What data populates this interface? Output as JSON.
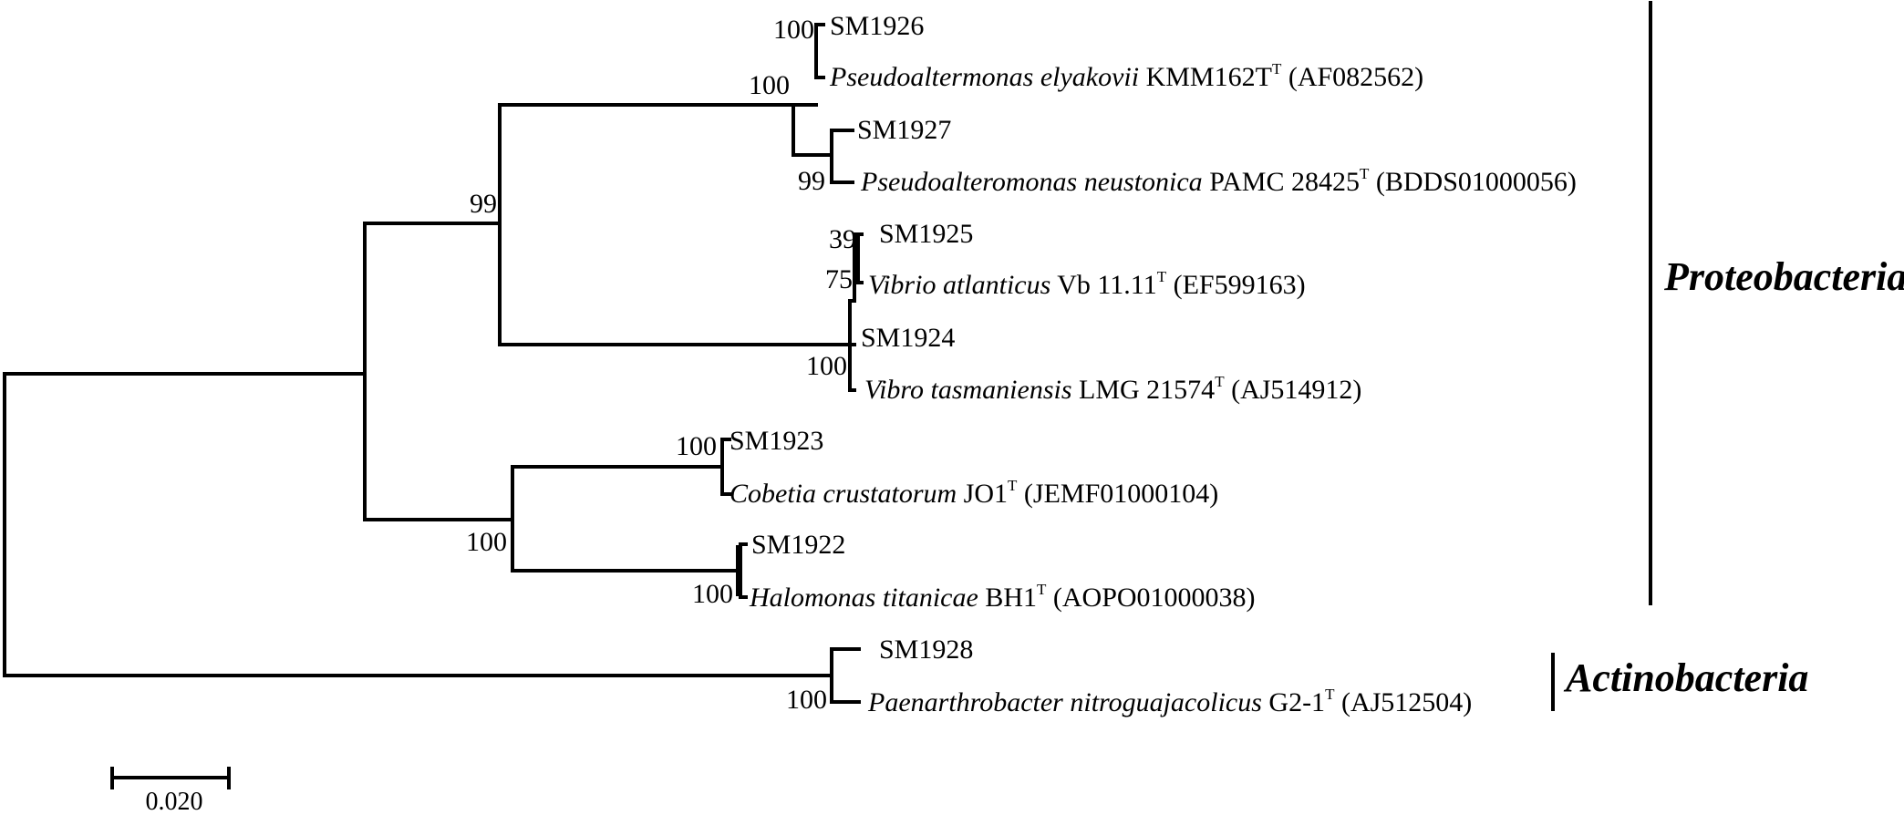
{
  "taxa": [
    {
      "id": "sm1926",
      "strain": "SM1926"
    },
    {
      "id": "p_elyakovii",
      "species": "Pseudoaltermonas elyakovii",
      "strain": "KMM162T",
      "sup": "T",
      "accession": "(AF082562)"
    },
    {
      "id": "sm1927",
      "strain": "SM1927"
    },
    {
      "id": "p_neustonica",
      "species": "Pseudoalteromonas neustonica",
      "strain": "PAMC 28425",
      "sup": "T",
      "accession": "(BDDS01000056)"
    },
    {
      "id": "sm1925",
      "strain": "SM1925"
    },
    {
      "id": "v_atlanticus",
      "species": "Vibrio atlanticus",
      "strain": "Vb 11.11",
      "sup": "T",
      "accession": "(EF599163)"
    },
    {
      "id": "sm1924",
      "strain": "SM1924"
    },
    {
      "id": "v_tasmaniensis",
      "species": "Vibro tasmaniensis",
      "strain": "LMG 21574",
      "sup": "T",
      "accession": "(AJ514912)"
    },
    {
      "id": "sm1923",
      "strain": "SM1923"
    },
    {
      "id": "c_crustatorum",
      "species": "Cobetia crustatorum",
      "strain": "JO1",
      "sup": "T",
      "accession": "(JEMF01000104)"
    },
    {
      "id": "sm1922",
      "strain": "SM1922"
    },
    {
      "id": "h_titanicae",
      "species": "Halomonas titanicae",
      "strain": "BH1",
      "sup": "T",
      "accession": "(AOPO01000038)"
    },
    {
      "id": "sm1928",
      "strain": "SM1928"
    },
    {
      "id": "p_nitroguajacolicus",
      "species": "Paenarthrobacter nitroguajacolicus",
      "strain": "G2-1",
      "sup": "T",
      "accession": "(AJ512504)"
    }
  ],
  "bootstraps": [
    "100",
    "100",
    "99",
    "39",
    "75",
    "100",
    "99",
    "100",
    "100",
    "100",
    "100"
  ],
  "groups": [
    {
      "name": "Proteobacteria"
    },
    {
      "name": "Actinobacteria"
    }
  ],
  "scale_bar": {
    "label": "0.020"
  }
}
